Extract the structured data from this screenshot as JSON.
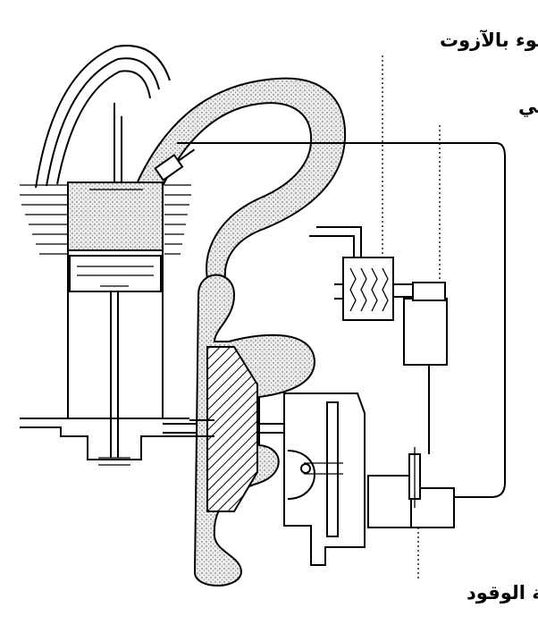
{
  "labels": {
    "nitrogen_tank": "حويض مملوء بالآزوت",
    "hydraulic_resistor": "مقوٍ هدروليكي",
    "fuel_pump": "مضخة الوقود"
  },
  "colors": {
    "ink": "#000000",
    "background": "#ffffff",
    "stipple_fill": "#d8d8d8"
  }
}
